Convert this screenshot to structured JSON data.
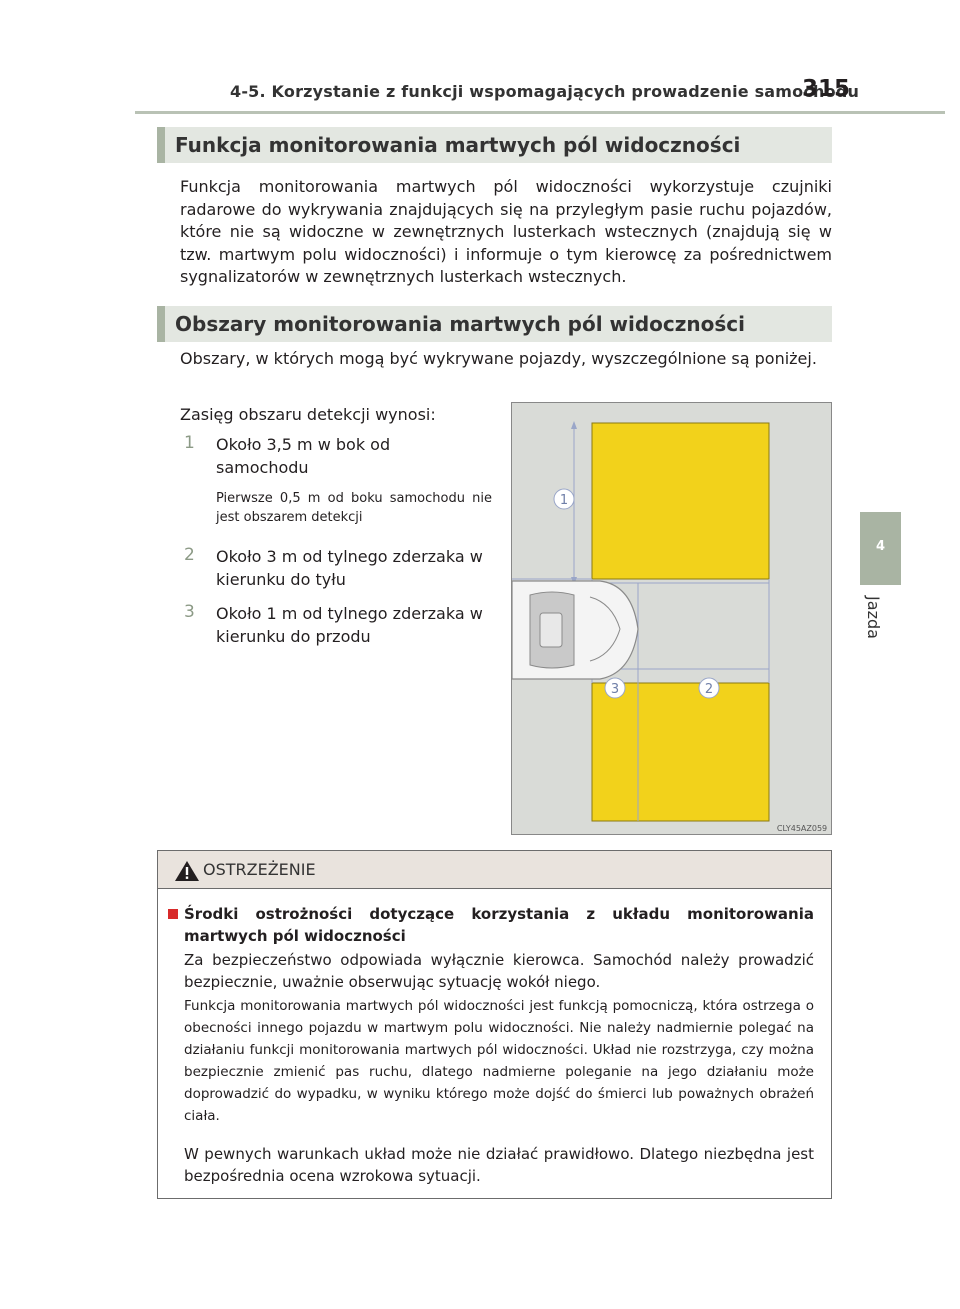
{
  "header": {
    "title": "4-5. Korzystanie z funkcji wspomagających prowadzenie samochodu",
    "page_number": "315"
  },
  "side_tab": {
    "chapter_number": "4",
    "chapter_label": "Jazda"
  },
  "section1": {
    "heading": "Funkcja monitorowania martwych pól widoczności",
    "body": "Funkcja monitorowania martwych pól widoczności wykorzystuje czujniki radarowe do wykrywania znajdujących się na przyległym pasie ruchu pojazdów, które nie są widoczne w zewnętrznych lusterkach wstecznych (znajdują się w tzw. martwym polu widoczności) i informuje o tym kierowcę za pośrednictwem sygnalizatorów w zewnętrznych lusterkach wstecznych."
  },
  "section2": {
    "heading": "Obszary monitorowania martwych pól widoczności",
    "intro": "Obszary, w których mogą być wykrywane pojazdy, wyszczególnione są poniżej.",
    "range_label": "Zasięg obszaru detekcji wynosi:",
    "items": [
      {
        "num": "1",
        "text": "Około 3,5 m w bok od samochodu",
        "note": "Pierwsze 0,5 m od boku samochodu nie jest obszarem detekcji"
      },
      {
        "num": "2",
        "text": "Około 3 m od tylnego zderzaka w kierunku do tyłu"
      },
      {
        "num": "3",
        "text": "Około 1 m od tylnego zderzaka w kierunku do przodu"
      }
    ]
  },
  "diagram": {
    "labels": [
      "1",
      "2",
      "3"
    ],
    "code": "CLY45AZ059",
    "zone_color": "#f2d21b",
    "background_color": "#d9dbd7"
  },
  "warning": {
    "heading": "OSTRZEŻENIE",
    "title": "Środki ostrożności dotyczące korzystania z układu monitorowania martwych pól widoczności",
    "p1": "Za bezpieczeństwo odpowiada wyłącznie kierowca. Samochód należy prowadzić bezpiecznie, uważnie obserwując sytuację wokół niego.",
    "p2": "Funkcja monitorowania martwych pól widoczności jest funkcją pomocniczą, która ostrzega o obecności innego pojazdu w martwym polu widoczności. Nie należy nadmiernie polegać na działaniu funkcji monitorowania martwych pól widoczności. Układ nie rozstrzyga, czy można bezpiecznie zmienić pas ruchu, dlatego nadmierne poleganie na jego działaniu może doprowadzić do wypadku, w wyniku którego może dojść do śmierci lub poważnych obrażeń ciała.",
    "p3": "W pewnych warunkach układ może nie działać prawidłowo. Dlatego niezbędna jest bezpośrednia ocena wzrokowa sytuacji.",
    "accent_color": "#d82a2a"
  }
}
